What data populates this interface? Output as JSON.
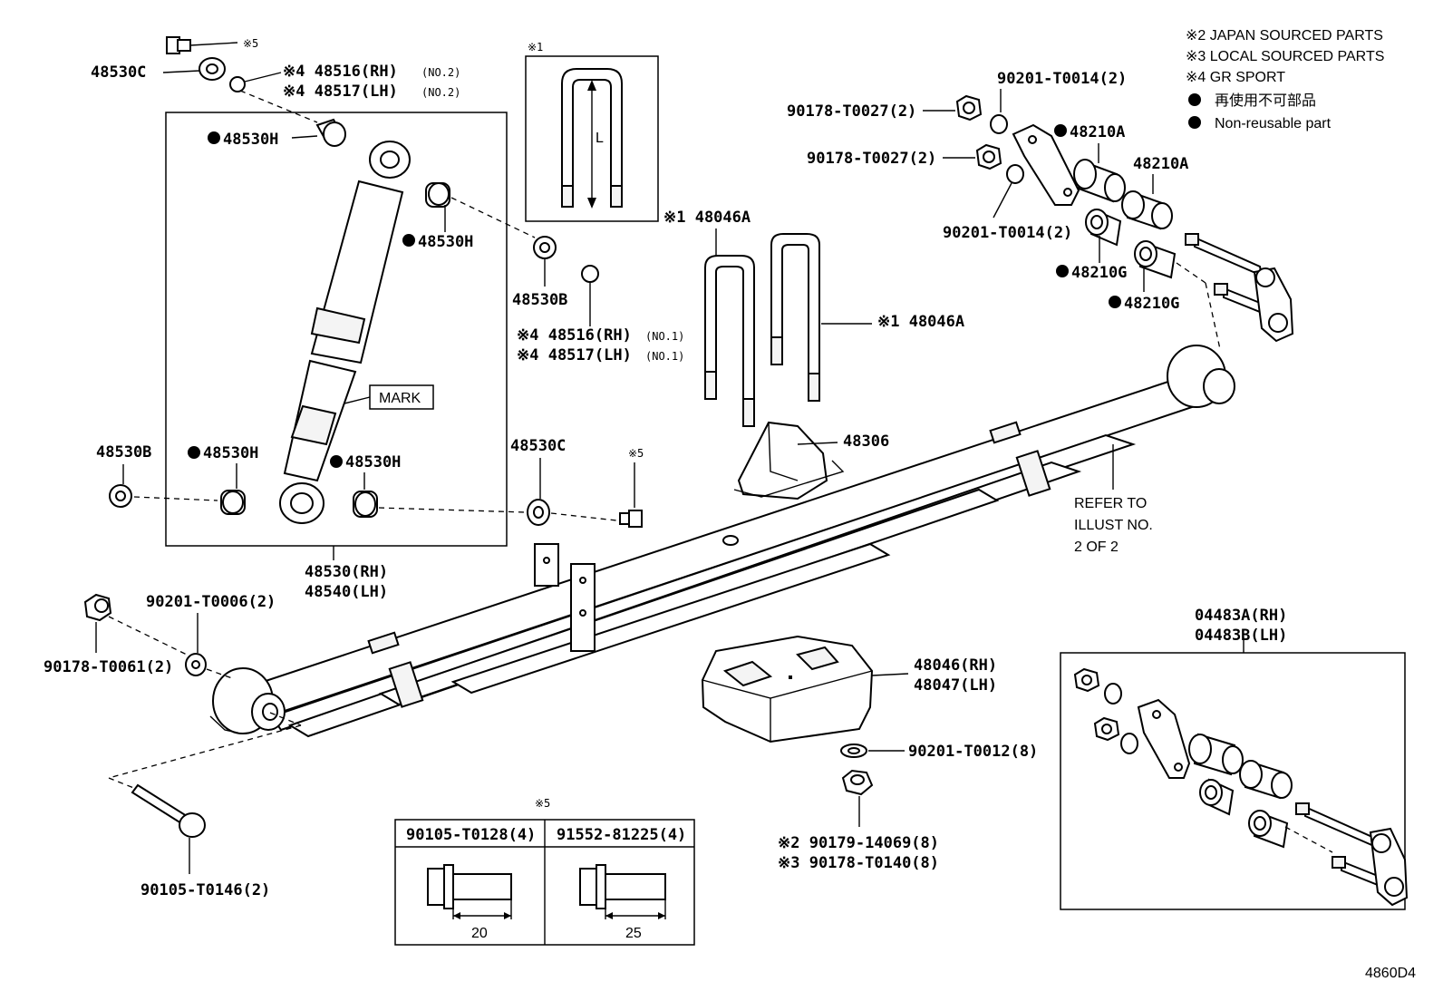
{
  "legend": {
    "line1": "※2 JAPAN SOURCED PARTS",
    "line2": "※3 LOCAL SOURCED PARTS",
    "line3": "※4 GR SPORT",
    "line4": "再使用不可部品",
    "line5": "Non-reusable part"
  },
  "labels": {
    "l_48530C_top": "48530C",
    "l_x5_top": "※5",
    "l_48516_no2": "※4 48516(RH)",
    "l_48517_no2": "※4 48517(LH)",
    "no2_a": "(NO.2)",
    "no2_b": "(NO.2)",
    "l_48530H_1": "48530H",
    "l_48530H_2": "48530H",
    "l_48530H_3": "48530H",
    "l_48530H_4": "48530H",
    "l_48530B_left": "48530B",
    "l_48530B_mid": "48530B",
    "l_48516_no1": "※4 48516(RH)",
    "l_48517_no1": "※4 48517(LH)",
    "no1_a": "(NO.1)",
    "no1_b": "(NO.1)",
    "mark": "MARK",
    "l_48530C_mid": "48530C",
    "l_x5_mid": "※5",
    "l_48530RH": "48530(RH)",
    "l_48540LH": "48540(LH)",
    "l_x1_box": "※1",
    "l_L": "L",
    "l_48046A_1": "※1 48046A",
    "l_48046A_2": "※1 48046A",
    "l_48306": "48306",
    "l_90201_T0014_a": "90201-T0014(2)",
    "l_90178_T0027_a": "90178-T0027(2)",
    "l_90178_T0027_b": "90178-T0027(2)",
    "l_90201_T0014_b": "90201-T0014(2)",
    "l_48210A_1": "48210A",
    "l_48210A_2": "48210A",
    "l_48210G_1": "48210G",
    "l_48210G_2": "48210G",
    "refer1": "REFER TO",
    "refer2": "ILLUST NO.",
    "refer3": "2 OF 2",
    "l_90201_T0006": "90201-T0006(2)",
    "l_90178_T0061": "90178-T0061(2)",
    "l_90105_T0146": "90105-T0146(2)",
    "l_48046RH": "48046(RH)",
    "l_48047LH": "48047(LH)",
    "l_90201_T0012": "90201-T0012(8)",
    "l_90179": "※2 90179-14069(8)",
    "l_90178_T0140": "※3 90178-T0140(8)",
    "l_04483A": "04483A(RH)",
    "l_04483B": "04483B(LH)",
    "l_x5_table": "※5",
    "tbl_col1": "90105-T0128(4)",
    "tbl_col2": "91552-81225(4)",
    "tbl_dim1": "20",
    "tbl_dim2": "25",
    "diagram_code": "4860D4"
  }
}
